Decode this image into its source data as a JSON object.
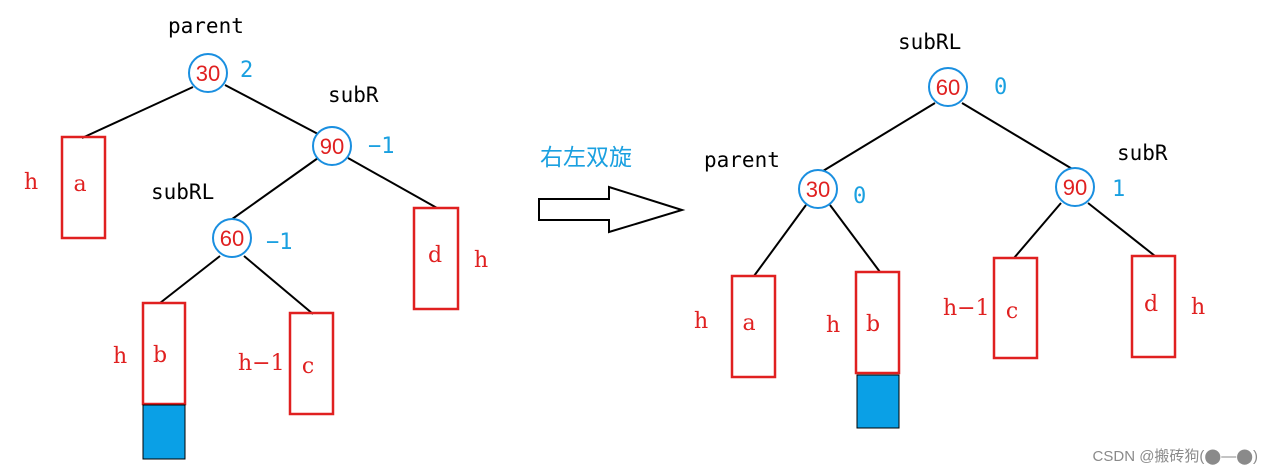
{
  "left_tree": {
    "parent_label": "parent",
    "subR_label": "subR",
    "subRL_label": "subRL",
    "node30": {
      "value": "30",
      "bf": "2"
    },
    "node90": {
      "value": "90",
      "bf": "−1"
    },
    "node60": {
      "value": "60",
      "bf": "−1"
    },
    "box_a": {
      "letter": "a",
      "height": "h"
    },
    "box_b": {
      "letter": "b",
      "height": "h"
    },
    "box_c": {
      "letter": "c",
      "height": "h−1"
    },
    "box_d": {
      "letter": "d",
      "height": "h"
    }
  },
  "arrow": {
    "caption": "右左双旋"
  },
  "right_tree": {
    "subRL_label": "subRL",
    "parent_label": "parent",
    "subR_label": "subR",
    "node60": {
      "value": "60",
      "bf": "0"
    },
    "node30": {
      "value": "30",
      "bf": "0"
    },
    "node90": {
      "value": "90",
      "bf": "1"
    },
    "box_a": {
      "letter": "a",
      "height": "h"
    },
    "box_b": {
      "letter": "b",
      "height": "h"
    },
    "box_c": {
      "letter": "c",
      "height": "h−1"
    },
    "box_d": {
      "letter": "d",
      "height": "h"
    }
  },
  "watermark": "CSDN @搬砖狗(⬤—⬤)",
  "colors": {
    "node_stroke": "#1a8fe0",
    "box_stroke": "#e02020",
    "fill_block": "#0aa0e6",
    "edge": "#000000"
  }
}
